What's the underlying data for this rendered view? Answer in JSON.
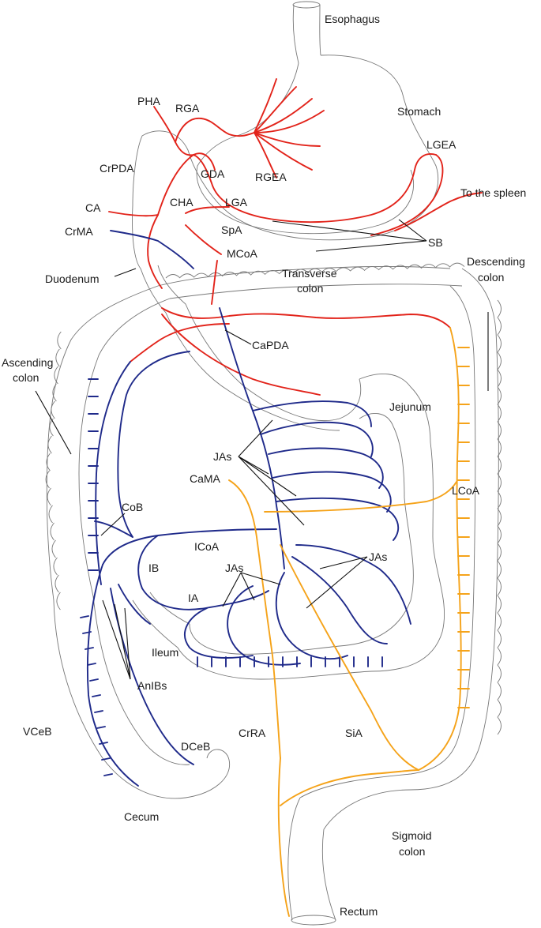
{
  "colors": {
    "celiac_branches": "#e2231a",
    "cranial_mesenteric_branches": "#1f2a8a",
    "caudal_mesenteric_branches": "#f5a31a",
    "organ_outline": "#777777",
    "label_text": "#1a1a1a"
  },
  "labels": {
    "esophagus": "Esophagus",
    "stomach": "Stomach",
    "pha": "PHA",
    "rga": "RGA",
    "lgea": "LGEA",
    "crpda": "CrPDA",
    "gda": "GDA",
    "rgea": "RGEA",
    "to_spleen": "To the spleen",
    "ca": "CA",
    "cha": "CHA",
    "lga": "LGA",
    "crma": "CrMA",
    "spa": "SpA",
    "sb": "SB",
    "mcoa": "MCoA",
    "descending_colon_1": "Descending",
    "descending_colon_2": "colon",
    "duodenum": "Duodenum",
    "transverse_colon_1": "Transverse",
    "transverse_colon_2": "colon",
    "ascending_colon_1": "Ascending",
    "ascending_colon_2": "colon",
    "capda": "CaPDA",
    "jejunum": "Jejunum",
    "jas_upper": "JAs",
    "cama": "CaMA",
    "lcoa": "LCoA",
    "cob": "CoB",
    "icoa": "ICoA",
    "ib": "IB",
    "jas_lower_left": "JAs",
    "jas_lower_right": "JAs",
    "ia": "IA",
    "ileum": "Ileum",
    "anibs": "AnIBs",
    "vceb": "VCeB",
    "crra": "CrRA",
    "sia": "SiA",
    "dceb": "DCeB",
    "cecum": "Cecum",
    "sigmoid_colon_1": "Sigmoid",
    "sigmoid_colon_2": "colon",
    "rectum": "Rectum"
  }
}
